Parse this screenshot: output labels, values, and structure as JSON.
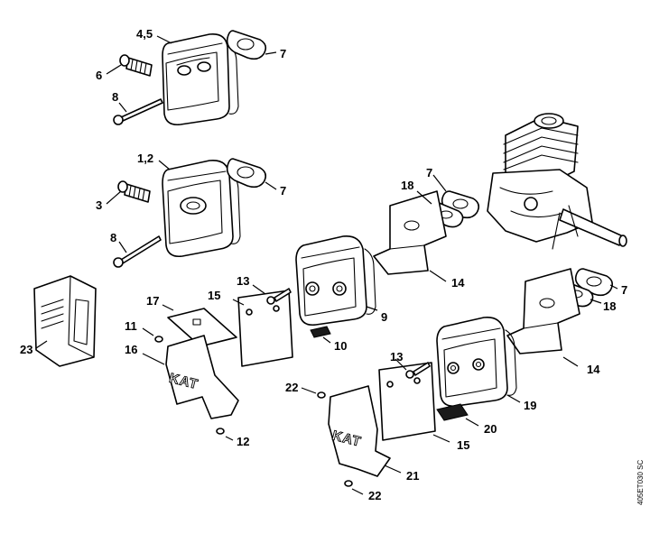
{
  "callouts": {
    "c45": "4,5",
    "c7a": "7",
    "c6": "6",
    "c8a": "8",
    "c12a": "1,2",
    "c7b": "7",
    "c3": "3",
    "c8b": "8",
    "c7c": "7",
    "c18a": "18",
    "c14a": "14",
    "c9": "9",
    "c13a": "13",
    "c15a": "15",
    "c17": "17",
    "c11": "11",
    "c16": "16",
    "c10": "10",
    "c23": "23",
    "c12": "12",
    "c7d": "7",
    "c18b": "18",
    "c14b": "14",
    "c13b": "13",
    "c19": "19",
    "c22a": "22",
    "c20": "20",
    "c15b": "15",
    "c21": "21",
    "c22b": "22"
  },
  "plate_text": {
    "kat1": "KAT",
    "kat2": "KAT"
  },
  "drawing_code": "405ET030 SC"
}
